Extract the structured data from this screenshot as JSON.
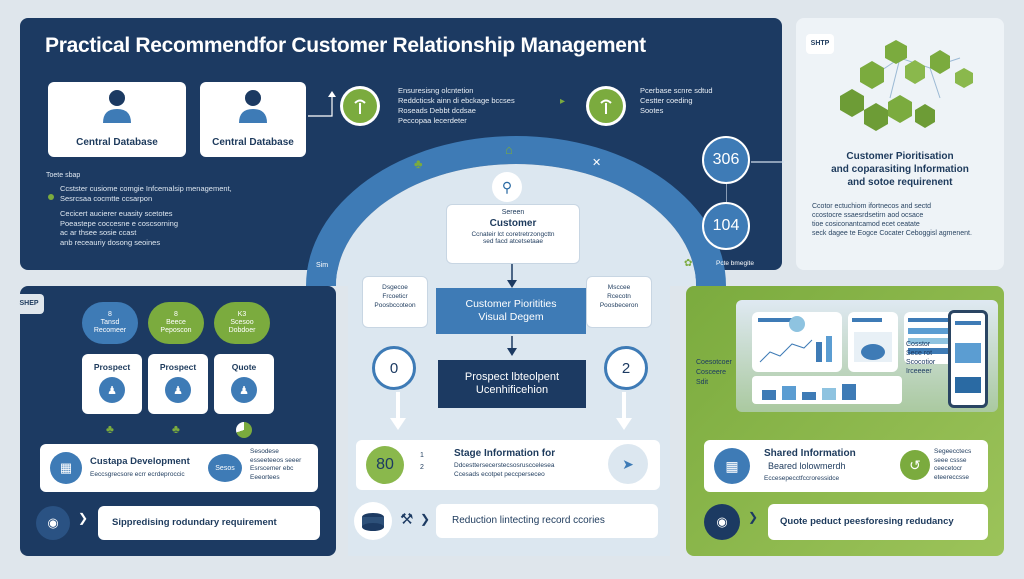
{
  "header": {
    "title": "Practical Recommendfor Customer Relationship Management"
  },
  "top_left": {
    "db_card_1": "Central Database",
    "db_card_2": "Central Database",
    "bullets_mid": [
      "Ensuresisng olcntetion",
      "Reddcticsk ainn di ebckage bccses",
      "Roseads Debbt dcdsae",
      "Peccopaa lecerdeter"
    ],
    "bullets_right": [
      "Pcerbase scnre sdtud",
      "Cestter coeding",
      "Sootes"
    ],
    "notes_label": "Toete sbap",
    "notes": [
      "Ccstster cusiome comgie Infcemalsip menagement,",
      "Sesrcsaa cocmtte ccsarpon",
      "Cecicert aucierer euasity scetotes",
      "Poeastepe coccesne e coscsorning",
      "ac ar thsee sosie ccast",
      "anb receauriy dosong seoines"
    ]
  },
  "top_right": {
    "tag": "SHTP",
    "title_line_1": "Customer Pioritisation",
    "title_line_2": "and coparasiting lnformation",
    "title_line_3": "and sotoe requirenent",
    "paragraph": [
      "Ccotor ectuchiom ifortnecos and sectd",
      "ccostocre ssaesrdsetirn aod ocsace",
      "tioe cosiconantcamod ecet ceatate",
      "seck dagee te Eogce Cocater Ceboggisl agmenent."
    ]
  },
  "center": {
    "stat_306": "306",
    "stat_104": "104",
    "arc_label_left": "Sim",
    "arc_label_right": "Pcte bmegite",
    "customer_card_small": "Sereen",
    "customer_card_title": "Customer",
    "customer_card_lines": [
      "Ccnateir lct coretretrzongcttn",
      "sed facd atcetsetaae"
    ],
    "left_note": [
      "Dsgecoe",
      "Frcoeticr",
      "Poosbccoteon"
    ],
    "right_note": [
      "Msccee",
      "Rcecotn",
      "Poosbeceron"
    ],
    "priority_box_1": "Customer Pioritities",
    "priority_box_2": "Visual Degem",
    "num_left": "0",
    "num_right": "2",
    "prospect_line_1": "Prospect lbteolpent",
    "prospect_line_2": "Ucenhificehion",
    "stage_num": "80",
    "stage_idx_1": "1",
    "stage_idx_2": "2",
    "stage_title": "Stage Information for",
    "stage_lines": [
      "Ddcesttersecerstecsosrusccelesea",
      "Ccesads ecotpet peccperseceo"
    ],
    "reduction": "Reduction lintecting record ccories"
  },
  "bottom_left": {
    "tag": "SHEP",
    "bubbles": [
      {
        "num": "8",
        "line1": "Tansd",
        "line2": "Recomeer"
      },
      {
        "num": "8",
        "line1": "Beece",
        "line2": "Peposcon"
      },
      {
        "num": "K3",
        "line1": "Scesoo",
        "line2": "Dobdoer"
      }
    ],
    "cards": [
      "Prospect",
      "Prospect",
      "Quote"
    ],
    "dev_title": "Custapa Development",
    "dev_sub": "Eeccsgrecsore ecrr ecrdeproccic",
    "dev_badge": "Sesos",
    "dev_side": [
      "Sesodese",
      "esseeteeos seeer",
      "Esrscemer ebc",
      "Eeeortees"
    ],
    "footer": "Sippredising rodundary requirement"
  },
  "bottom_right": {
    "left_labels": [
      "Coesotcoer",
      "Cosceere",
      "Sdit"
    ],
    "right_labels": [
      "Cosstor",
      "Sece rot",
      "Scocotior",
      "Irceeeer"
    ],
    "shared_title": "Shared Information",
    "shared_sub": "Beared lolowmerdh",
    "shared_line": "Eccesepecctfccroressidce",
    "side_lines": [
      "Segeecctecs",
      "seee cssse",
      "ceecetocr",
      "eteereccsse"
    ],
    "footer": "Quote peduct peesforesing redudancy"
  },
  "colors": {
    "navy": "#1c3a62",
    "blue": "#3e7bb6",
    "green": "#7bab3e",
    "light": "#eef3f7"
  }
}
